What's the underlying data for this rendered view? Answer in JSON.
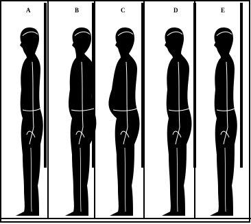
{
  "figure": {
    "panels": [
      {
        "label": "A"
      },
      {
        "label": "B"
      },
      {
        "label": "C"
      },
      {
        "label": "D"
      },
      {
        "label": "E"
      }
    ]
  },
  "colors": {
    "background": "#ffffff",
    "silhouette": "#000000",
    "outline": "#ffffff"
  }
}
